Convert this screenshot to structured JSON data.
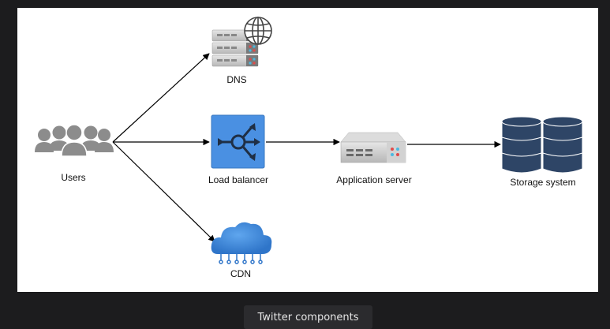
{
  "nodes": {
    "users": "Users",
    "dns": "DNS",
    "load_balancer": "Load balancer",
    "cdn": "CDN",
    "application_server": "Application server",
    "storage_system": "Storage system"
  },
  "caption": "Twitter components",
  "icons": {
    "users": "users-group-icon",
    "dns": "dns-server-globe-icon",
    "load_balancer": "load-balancer-icon",
    "cdn": "cdn-cloud-icon",
    "application_server": "server-icon",
    "storage_system": "database-icon"
  },
  "colors": {
    "users": "#8c8c8c",
    "load_balancer": "#4a90e2",
    "cdn": "#3b82d6",
    "storage": "#2e4566",
    "server": "#c8c8c8"
  }
}
